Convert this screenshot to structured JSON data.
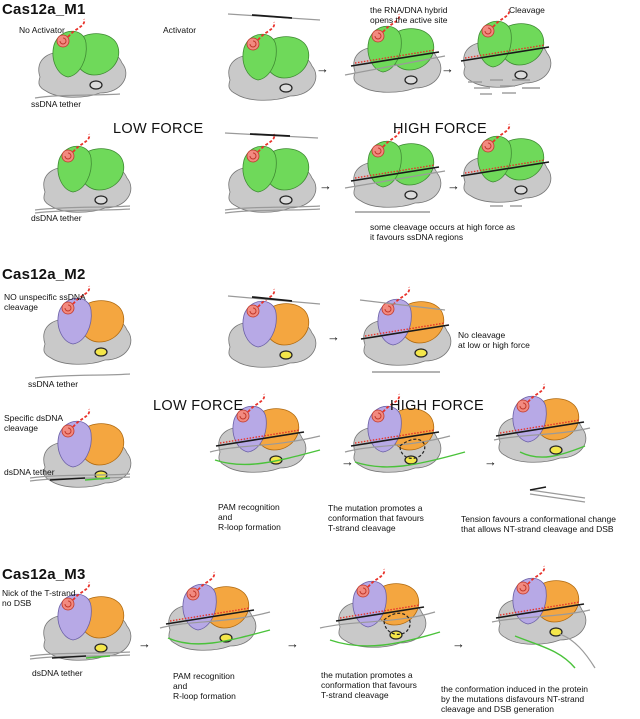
{
  "sections": {
    "m1": "Cas12a_M1",
    "m2": "Cas12a_M2",
    "m3": "Cas12a_M3"
  },
  "force": {
    "low_1": "LOW FORCE",
    "high_1": "HIGH FORCE",
    "low_2": "LOW FORCE",
    "high_2": "HIGH FORCE"
  },
  "labels": {
    "no_activator": "No Activator",
    "activator": "Activator",
    "rna_dna_hybrid": "the RNA/DNA hybrid\nopens the active site",
    "cleavage": "Cleavage",
    "ssdna_tether_1": "ssDNA tether",
    "dsdna_tether_1": "dsDNA tether",
    "some_cleavage": "some cleavage occurs at high force as\nit favours ssDNA regions",
    "no_unspecific": "NO unspecific ssDNA\ncleavage",
    "ssdna_tether_2": "ssDNA tether",
    "no_cleavage": "No cleavage\nat low or high force",
    "specific_dsdna": "Specific dsDNA\ncleavage",
    "dsdna_tether_2": "dsDNA tether",
    "pam_1": "PAM recognition\nand\nR-loop formation",
    "mutation_promotes_1": "The mutation promotes a\nconformation that favours\nT-strand cleavage",
    "tension_favours": "Tension favours a conformational change\nthat allows NT-strand cleavage and DSB",
    "nick_t_strand": "Nick of the T-strand\nno DSB",
    "dsdna_tether_3": "dsDNA tether",
    "pam_2": "PAM recognition\nand\nR-loop formation",
    "mutation_promotes_2": "the mutation promotes a\nconformation that favours\nT-strand cleavage",
    "conformation_induced": "the conformation induced in the protein\nby the mutations disfavours NT-strand\ncleavage and DSB generation"
  },
  "colors": {
    "body_gray": "#c9c9c9",
    "m1_lobe": "#6fd95a",
    "mutant_lobe": "#f4a640",
    "rec_lobe": "#b7a9e6",
    "crrna": "#e8322a",
    "hybrid_dna": "#1a1a1a",
    "green_strand": "#4ac23a",
    "site_yellow": "#f4e64a",
    "tether": "#9a9a9a"
  }
}
